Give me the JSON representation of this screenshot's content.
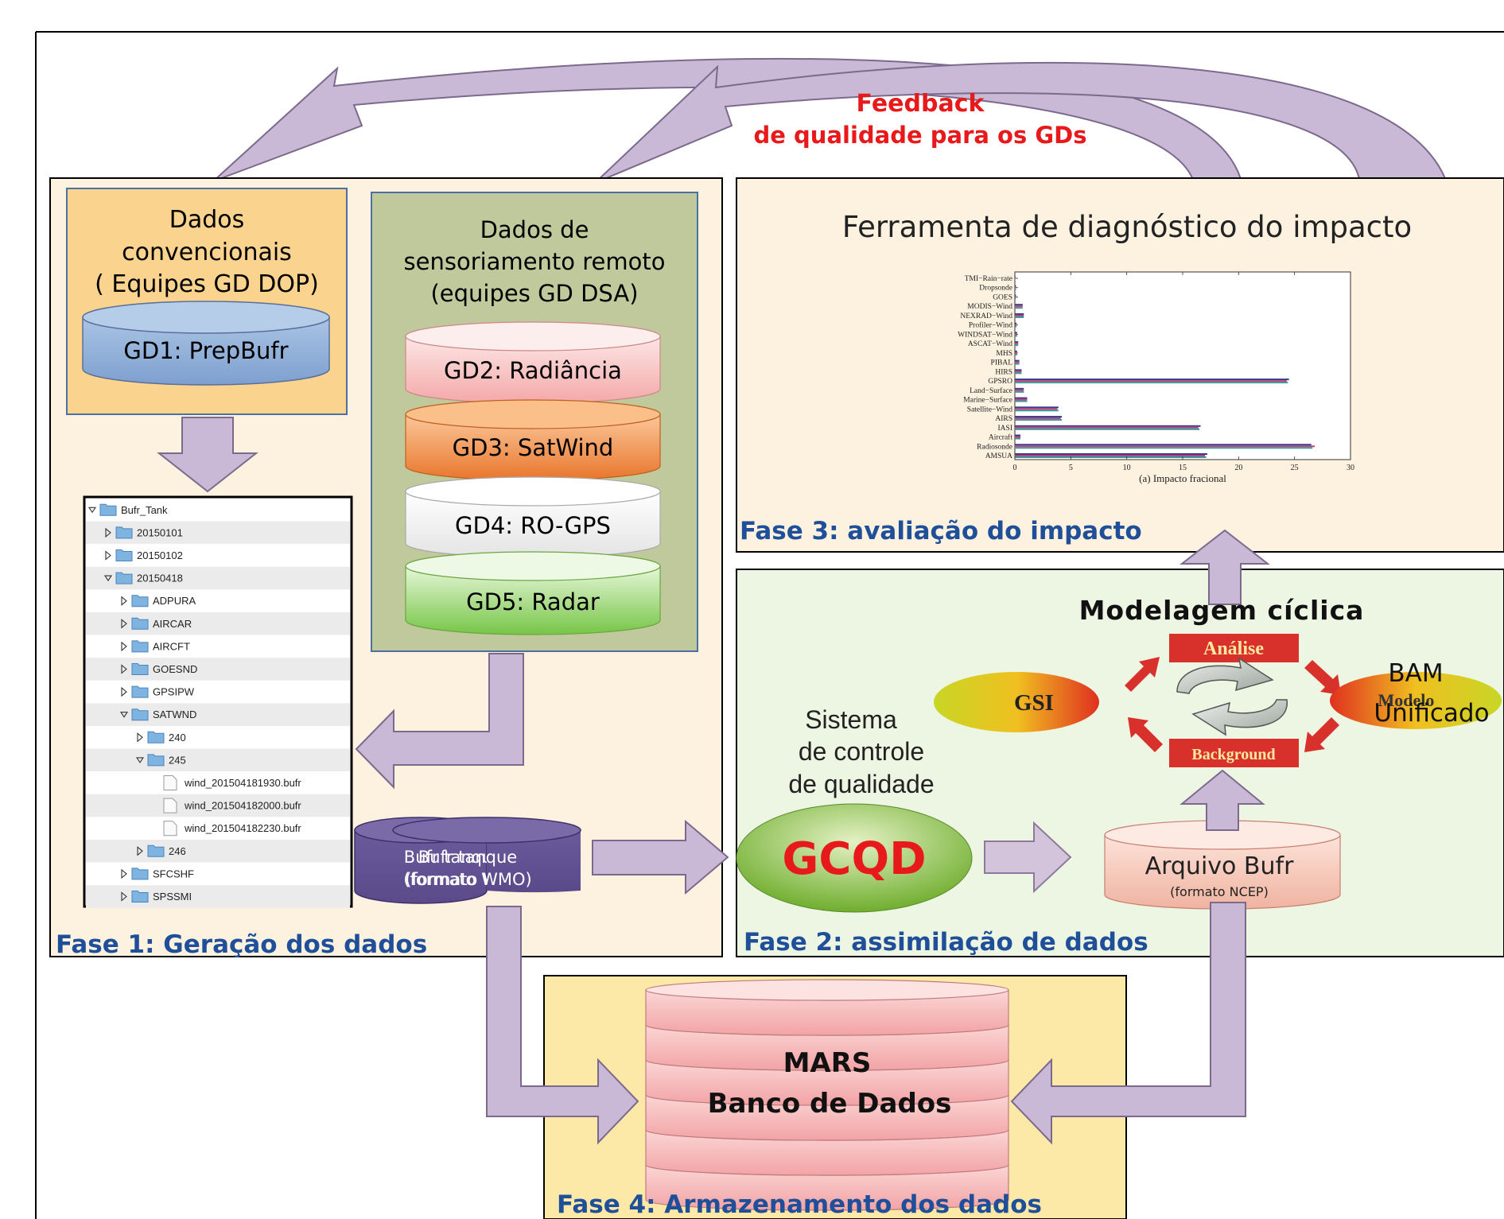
{
  "feedback": {
    "line1": "Feedback",
    "line2": "de qualidade para os GDs"
  },
  "phase1": {
    "label": "Fase 1: Geração dos dados",
    "conv": {
      "line1": "Dados",
      "line2": "convencionais",
      "line3": "( Equipes GD DOP)",
      "db": "GD1: PrepBufr"
    },
    "remote": {
      "line1": "Dados de",
      "line2": "sensoriamento remoto",
      "line3": "(equipes GD DSA)",
      "dbs": [
        "GD2: Radiância",
        "GD3: SatWind",
        "GD4: RO-GPS",
        "GD5: Radar"
      ]
    },
    "tree": [
      "Bufr_Tank",
      "20150101",
      "20150102",
      "20150418",
      "ADPURA",
      "AIRCAR",
      "AIRCFT",
      "GOESND",
      "GPSIPW",
      "SATWND",
      "240",
      "245",
      "wind_201504181930.bufr",
      "wind_201504182000.bufr",
      "wind_201504182230.bufr",
      "246",
      "SFCSHF",
      "SPSSMI"
    ],
    "tank": {
      "line1": "Bufr tanque",
      "line2": "(formato WMO)"
    }
  },
  "phase2": {
    "label": "Fase 2: assimilação de dados",
    "title": "Modelagem cíclica",
    "analise": "Análise",
    "background": "Background",
    "gsi": "GSI",
    "modelo": "Modelo",
    "bam": {
      "line1": "BAM",
      "line2": "Unificado"
    },
    "qc": {
      "line1": "Sistema",
      "line2": "de controle",
      "line3": "de qualidade"
    },
    "gcqd": "GCQD",
    "arquivo": {
      "line1": "Arquivo Bufr",
      "line2": "(formato NCEP)"
    }
  },
  "phase3": {
    "label": "Fase 3: avaliação do impacto",
    "title": "Ferramenta de diagnóstico do impacto"
  },
  "phase4": {
    "label": "Fase 4: Armazenamento dos dados",
    "db": {
      "line1": "MARS",
      "line2": "Banco de Dados"
    }
  },
  "chart_data": {
    "type": "bar",
    "orientation": "horizontal",
    "xlabel": "(a) Impacto fracional",
    "xlim": [
      0,
      30
    ],
    "xticks": [
      "0",
      "5",
      "10",
      "15",
      "20",
      "25",
      "30"
    ],
    "categories": [
      "TMI−Rain−rate",
      "Dropsonde",
      "GOES",
      "MODIS−Wind",
      "NEXRAD−Wind",
      "Profiler−Wind",
      "WINDSAT−Wind",
      "ASCAT−Wind",
      "MHS",
      "PIBAL",
      "HIRS",
      "GPSRO",
      "Land−Surface",
      "Marine−Surface",
      "Satellite−Wind",
      "AIRS",
      "IASI",
      "Aircraft",
      "Radiosonde",
      "AMSUA"
    ],
    "series": [
      {
        "color": "#3a3a8c",
        "values": [
          0.05,
          0.1,
          0.1,
          0.7,
          0.8,
          0.15,
          0.2,
          0.3,
          0.2,
          0.4,
          0.6,
          24.5,
          0.8,
          1.1,
          3.9,
          4.2,
          16.6,
          0.5,
          26.5,
          17.2
        ]
      },
      {
        "color": "#c0407a",
        "values": [
          0.05,
          0.1,
          0.1,
          0.7,
          0.8,
          0.15,
          0.2,
          0.3,
          0.2,
          0.4,
          0.6,
          24.3,
          0.8,
          1.1,
          3.8,
          4.1,
          16.4,
          0.5,
          26.8,
          17.0
        ]
      },
      {
        "color": "#3a9a9a",
        "values": [
          0.05,
          0.1,
          0.1,
          0.7,
          0.8,
          0.15,
          0.2,
          0.3,
          0.2,
          0.4,
          0.6,
          24.4,
          0.8,
          1.1,
          3.9,
          4.2,
          16.5,
          0.5,
          26.6,
          17.1
        ]
      }
    ]
  }
}
